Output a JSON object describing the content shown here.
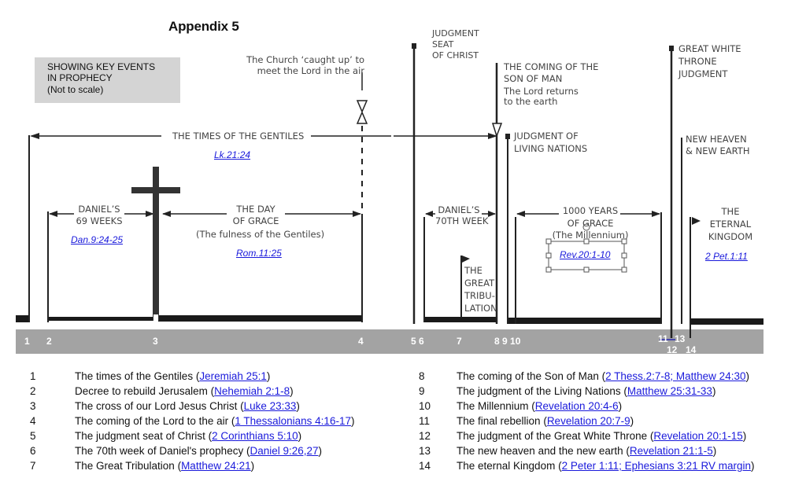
{
  "title": "Appendix 5",
  "key": [
    "SHOWING KEY EVENTS",
    "IN PROPHECY",
    "(Not to scale)"
  ],
  "labels": {
    "church_caught_up": [
      "The Church ‘caught up’ to",
      "meet the Lord in the air"
    ],
    "judgment_seat": [
      "JUDGMENT",
      "SEAT",
      "OF CHRIST"
    ],
    "coming_son_of_man": [
      "THE COMING OF THE",
      "SON OF MAN"
    ],
    "lord_returns": [
      "The Lord returns",
      "to the earth"
    ],
    "great_white_throne": [
      "GREAT WHITE",
      "THRONE",
      "JUDGMENT"
    ],
    "times_of_gentiles": "THE TIMES OF THE GENTILES",
    "judgment_living_nations": [
      "JUDGMENT OF",
      "LIVING NATIONS"
    ],
    "new_heaven": [
      "NEW HEAVEN",
      "& NEW EARTH"
    ],
    "daniels_69": [
      "DANIEL’S",
      "69 WEEKS"
    ],
    "day_of_grace": [
      "THE DAY",
      "OF GRACE"
    ],
    "fulness": "(The fulness of the Gentiles)",
    "daniels_70": [
      "DANIEL’S",
      "70TH WEEK"
    ],
    "thousand_years": [
      "1000 YEARS",
      "OF GRACE",
      "(The Millennium)"
    ],
    "eternal_kingdom": [
      "THE",
      "ETERNAL",
      "KINGDOM"
    ],
    "great_tribulation": [
      "THE",
      "GREAT",
      "TRIBU-",
      "LATION"
    ]
  },
  "refs": {
    "lk": "Lk.21:24",
    "dan": "Dan.9:24-25",
    "rom": "Rom.11:25",
    "rev": "Rev.20:1-10",
    "pet": "2 Pet.1:11"
  },
  "timeline_numbers": {
    "bar": [
      "1",
      "2",
      "3",
      "4",
      "5 6",
      "7",
      "8 9 10",
      "11",
      "13"
    ],
    "below": [
      "12",
      "14"
    ]
  },
  "legend": {
    "left": [
      {
        "n": "1",
        "text": "The times of the Gentiles",
        "ref": "Jeremiah 25:1"
      },
      {
        "n": "2",
        "text": "Decree to rebuild Jerusalem",
        "ref": "Nehemiah 2:1-8"
      },
      {
        "n": "3",
        "text": "The cross of our Lord Jesus Christ",
        "ref": "Luke 23:33"
      },
      {
        "n": "4",
        "text": "The coming of the Lord to the air",
        "ref": "1 Thessalonians 4:16-17"
      },
      {
        "n": "5",
        "text": "The judgment seat of Christ",
        "ref": "2 Corinthians 5:10"
      },
      {
        "n": "6",
        "text": "The 70th week of Daniel's prophecy",
        "ref": "Daniel 9:26,27"
      },
      {
        "n": "7",
        "text": "The Great Tribulation",
        "ref": "Matthew 24:21"
      }
    ],
    "right": [
      {
        "n": "8",
        "text": "The coming of the Son of Man",
        "ref": "2 Thess.2:7-8; Matthew 24:30"
      },
      {
        "n": "9",
        "text": "The judgment of the Living Nations",
        "ref": "Matthew 25:31-33"
      },
      {
        "n": "10",
        "text": "The Millennium",
        "ref": "Revelation 20:4-6"
      },
      {
        "n": "11",
        "text": "The final rebellion",
        "ref": "Revelation 20:7-9"
      },
      {
        "n": "12",
        "text": "The judgment of the Great White Throne",
        "ref": "Revelation 20:1-15"
      },
      {
        "n": "13",
        "text": "The new heaven and the new earth",
        "ref": "Revelation 21:1-5"
      },
      {
        "n": "14",
        "text": "The eternal Kingdom",
        "ref": "2 Peter 1:11; Ephesians 3:21 RV margin"
      }
    ]
  },
  "colors": {
    "bar": "#a3a3a3",
    "link": "#1a1adb",
    "keybox": "#d4d4d4"
  }
}
